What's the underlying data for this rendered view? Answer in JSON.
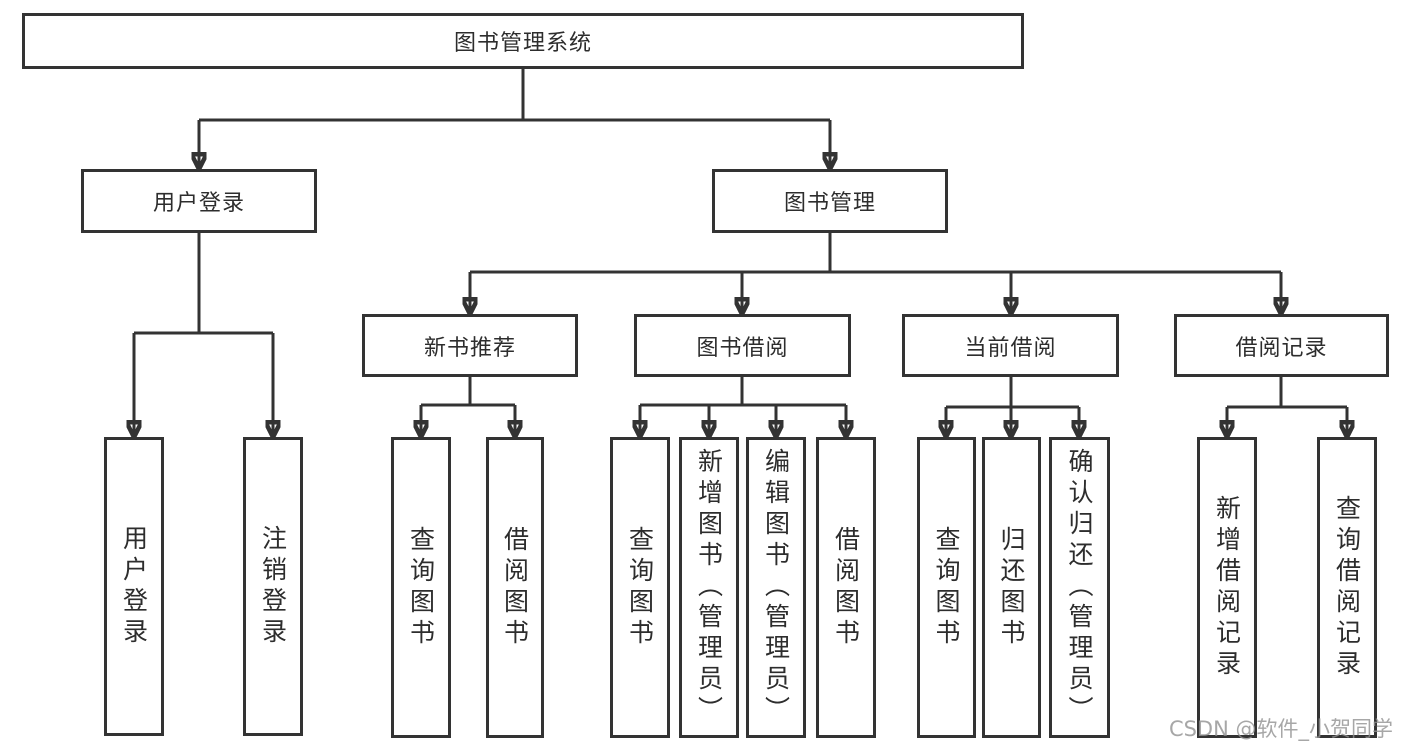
{
  "diagram": {
    "root": {
      "label": "图书管理系统"
    },
    "branches": [
      {
        "label": "用户登录",
        "children": [
          {
            "label": "用户登录"
          },
          {
            "label": "注销登录"
          }
        ]
      },
      {
        "label": "图书管理",
        "children": [
          {
            "label": "新书推荐",
            "children": [
              {
                "label": "查询图书"
              },
              {
                "label": "借阅图书"
              }
            ]
          },
          {
            "label": "图书借阅",
            "children": [
              {
                "label": "查询图书"
              },
              {
                "label": "新增图书（管理员）"
              },
              {
                "label": "编辑图书（管理员）"
              },
              {
                "label": "借阅图书"
              }
            ]
          },
          {
            "label": "当前借阅",
            "children": [
              {
                "label": "查询图书"
              },
              {
                "label": "归还图书"
              },
              {
                "label": "确认归还（管理员）"
              }
            ]
          },
          {
            "label": "借阅记录",
            "children": [
              {
                "label": "新增借阅记录"
              },
              {
                "label": "查询借阅记录"
              }
            ]
          }
        ]
      }
    ]
  },
  "watermark": {
    "text": "CSDN @软件_小贺同学"
  },
  "colors": {
    "line": "#333333",
    "text": "#2d2d2d",
    "background": "#ffffff",
    "watermark": "#919191"
  }
}
